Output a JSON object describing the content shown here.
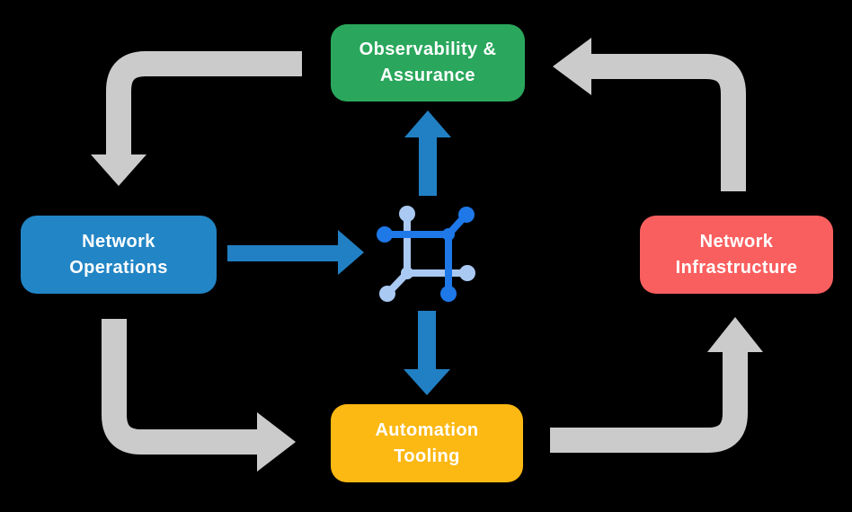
{
  "colors": {
    "bg": "#000000",
    "text": "#ffffff",
    "green": "#2aa75c",
    "blue": "#2285c5",
    "red": "#fa5f5f",
    "yellow": "#fcb813",
    "gray": "#cbcbcb",
    "arrow-blue": "#2180c4",
    "icon-dark": "#1e78e8",
    "icon-light": "#a9c9f2"
  },
  "diagram": {
    "nodes": [
      {
        "id": "observability-assurance",
        "label": "Observability &\nAssurance",
        "color": "#2aa75c"
      },
      {
        "id": "network-operations",
        "label": "Network\nOperations",
        "color": "#2285c5"
      },
      {
        "id": "network-infrastructure",
        "label": "Network\nInfrastructure",
        "color": "#fa5f5f"
      },
      {
        "id": "automation-tooling",
        "label": "Automation\nTooling",
        "color": "#fcb813"
      }
    ],
    "center_icon": "network-automation-icon",
    "arrows": {
      "gray_cycle": [
        {
          "from": "observability-assurance",
          "to": "network-operations",
          "direction": "down"
        },
        {
          "from": "network-operations",
          "to": "automation-tooling",
          "direction": "right"
        },
        {
          "from": "automation-tooling",
          "to": "network-infrastructure",
          "direction": "up"
        },
        {
          "from": "network-infrastructure",
          "to": "observability-assurance",
          "direction": "left"
        }
      ],
      "blue_center": [
        {
          "from": "network-operations",
          "to": "center",
          "direction": "right"
        },
        {
          "from": "center",
          "to": "observability-assurance",
          "direction": "up"
        },
        {
          "from": "center",
          "to": "automation-tooling",
          "direction": "down"
        }
      ]
    }
  }
}
